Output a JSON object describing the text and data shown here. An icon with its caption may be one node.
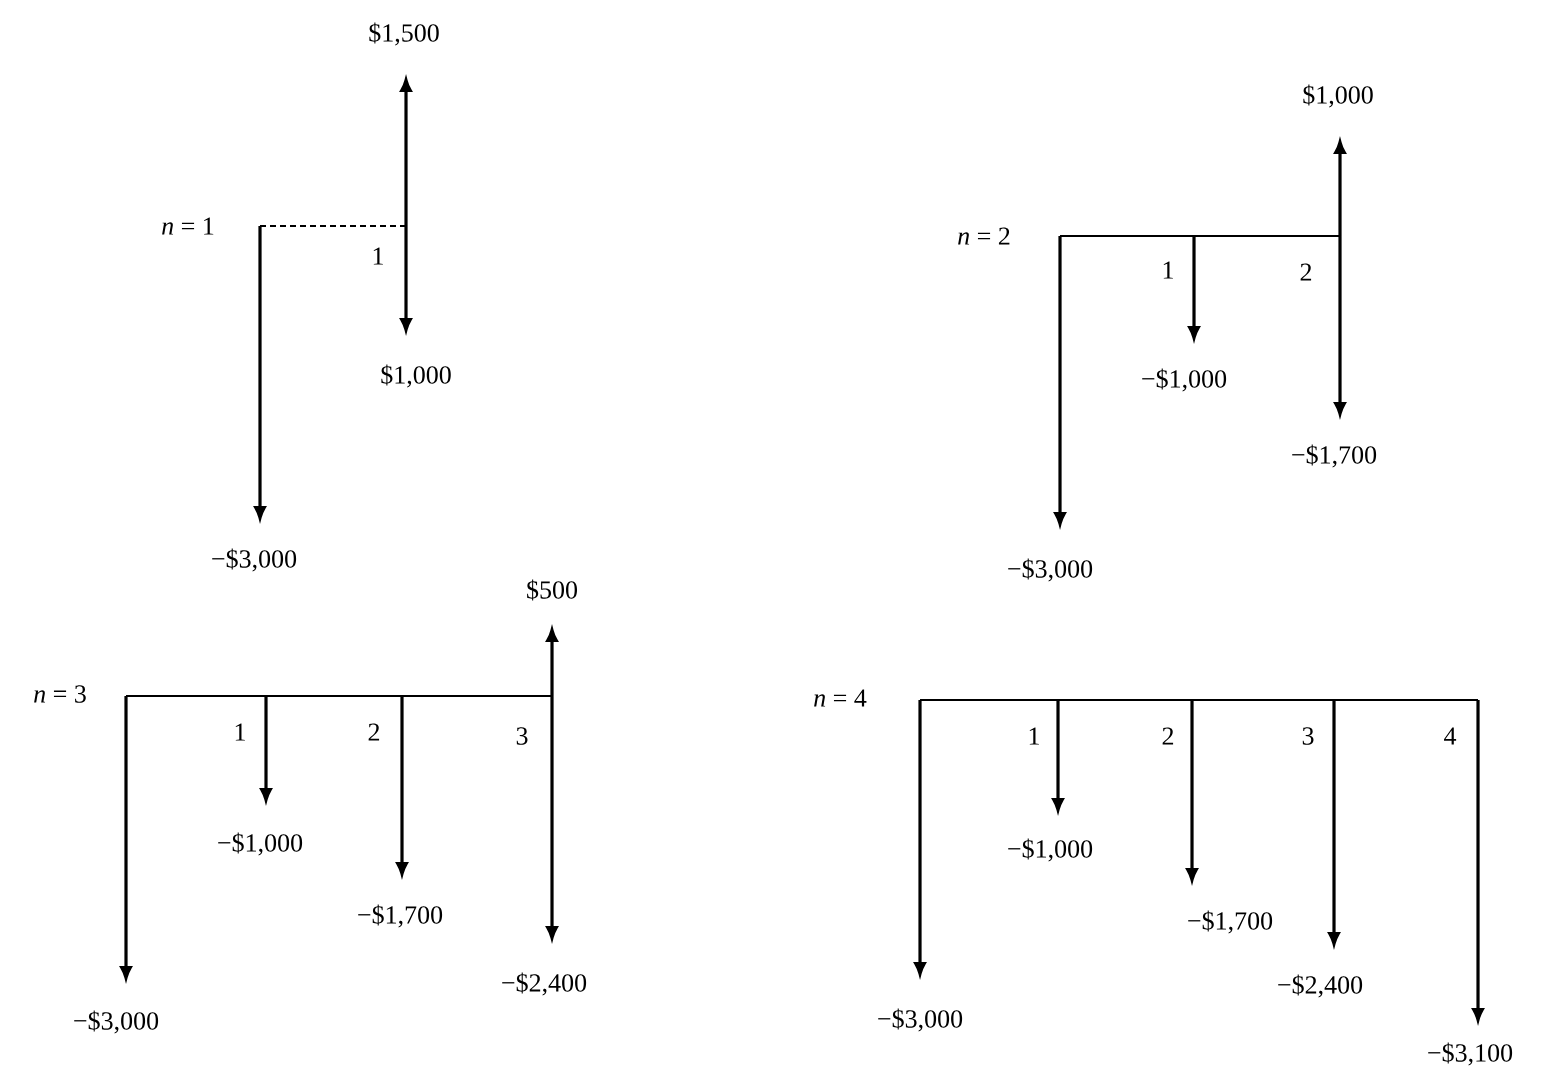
{
  "diagram": {
    "labels": [
      "$1,500",
      "*n* = 1",
      "1",
      "$1,000",
      "−$3,000",
      "$1,000",
      "*n* = 2",
      "1",
      "2",
      "−$1,000",
      "−$1,700",
      "−$3,000",
      "$500",
      "*n* = 3",
      "1",
      "2",
      "3",
      "−$1,000",
      "−$1,700",
      "−$2,400",
      "−$3,000",
      "*n* = 4",
      "1",
      "2",
      "3",
      "4",
      "−$1,000",
      "−$1,700",
      "−$2,400",
      "−$3,000",
      "−$3,100"
    ]
  }
}
